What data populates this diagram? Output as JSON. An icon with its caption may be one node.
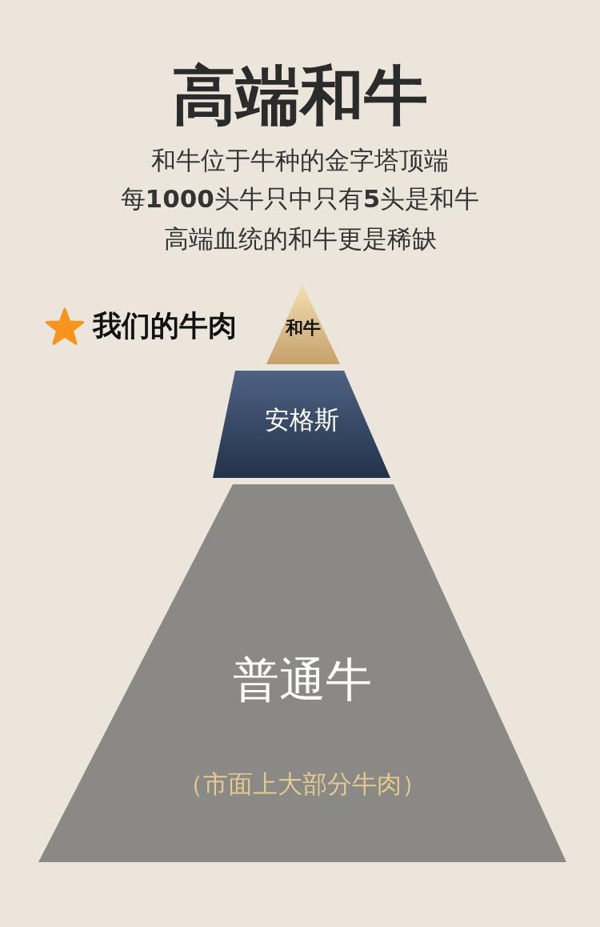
{
  "diagram": {
    "title": "高端和牛",
    "nodes": [
      {
        "text": [
          "和牛"
        ]
      },
      {
        "text": [
          "安格斯"
        ]
      },
      {
        "text": [
          "普通牛",
          "（市面上大部分牛肉）"
        ]
      }
    ],
    "edges": [],
    "labels": [
      "和牛位于牛种的金字塔顶端",
      "每**1000**头牛只中只有**5**头是和牛",
      "高端血统的和牛更是稀缺",
      "我们的牛肉"
    ]
  }
}
